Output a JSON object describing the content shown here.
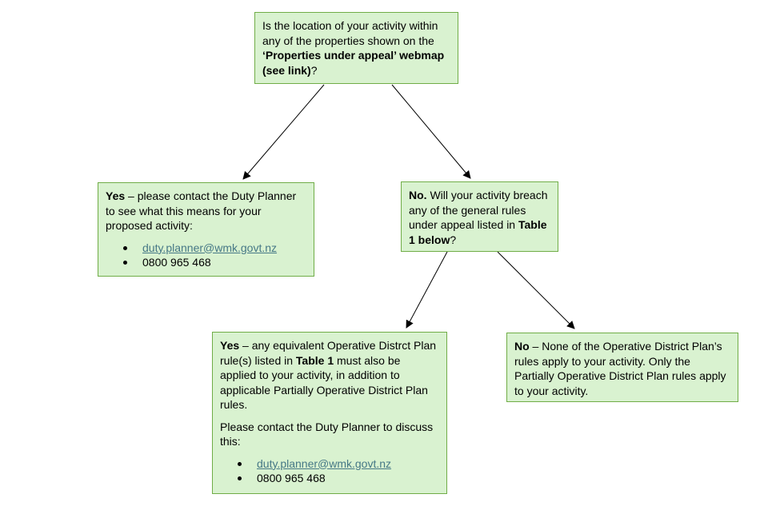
{
  "q1": {
    "line1": "Is the location of your activity within any of the properties shown on the ",
    "bold": "‘Properties under appeal’ webmap (see link)",
    "line2": "?"
  },
  "yes1": {
    "bold": "Yes",
    "text": " – please contact the Duty Planner to see what this means for your proposed activity:",
    "email": "duty.planner@wmk.govt.nz",
    "phone": "0800 965 468"
  },
  "no1": {
    "bold1": "No.",
    "text1": " Will your activity breach any of the general rules under appeal listed in ",
    "bold2": "Table 1 below",
    "text2": "?"
  },
  "yes2": {
    "bold1": "Yes",
    "text1": " – any equivalent Operative Distrct Plan rule(s) listed in ",
    "bold2": "Table 1",
    "text2": " must also be applied to your activity, in addition to applicable Partially Operative District Plan rules.",
    "para2": "Please contact the Duty Planner to discuss this:",
    "email": "duty.planner@wmk.govt.nz",
    "phone": "0800 965 468"
  },
  "no2": {
    "bold": "No",
    "text": " – None of the Operative District Plan’s rules apply to your activity. Only the Partially Operative District Plan rules apply to your activity."
  },
  "colors": {
    "box_fill": "#d9f2d0",
    "box_border": "#70ad47",
    "link": "#467886"
  }
}
